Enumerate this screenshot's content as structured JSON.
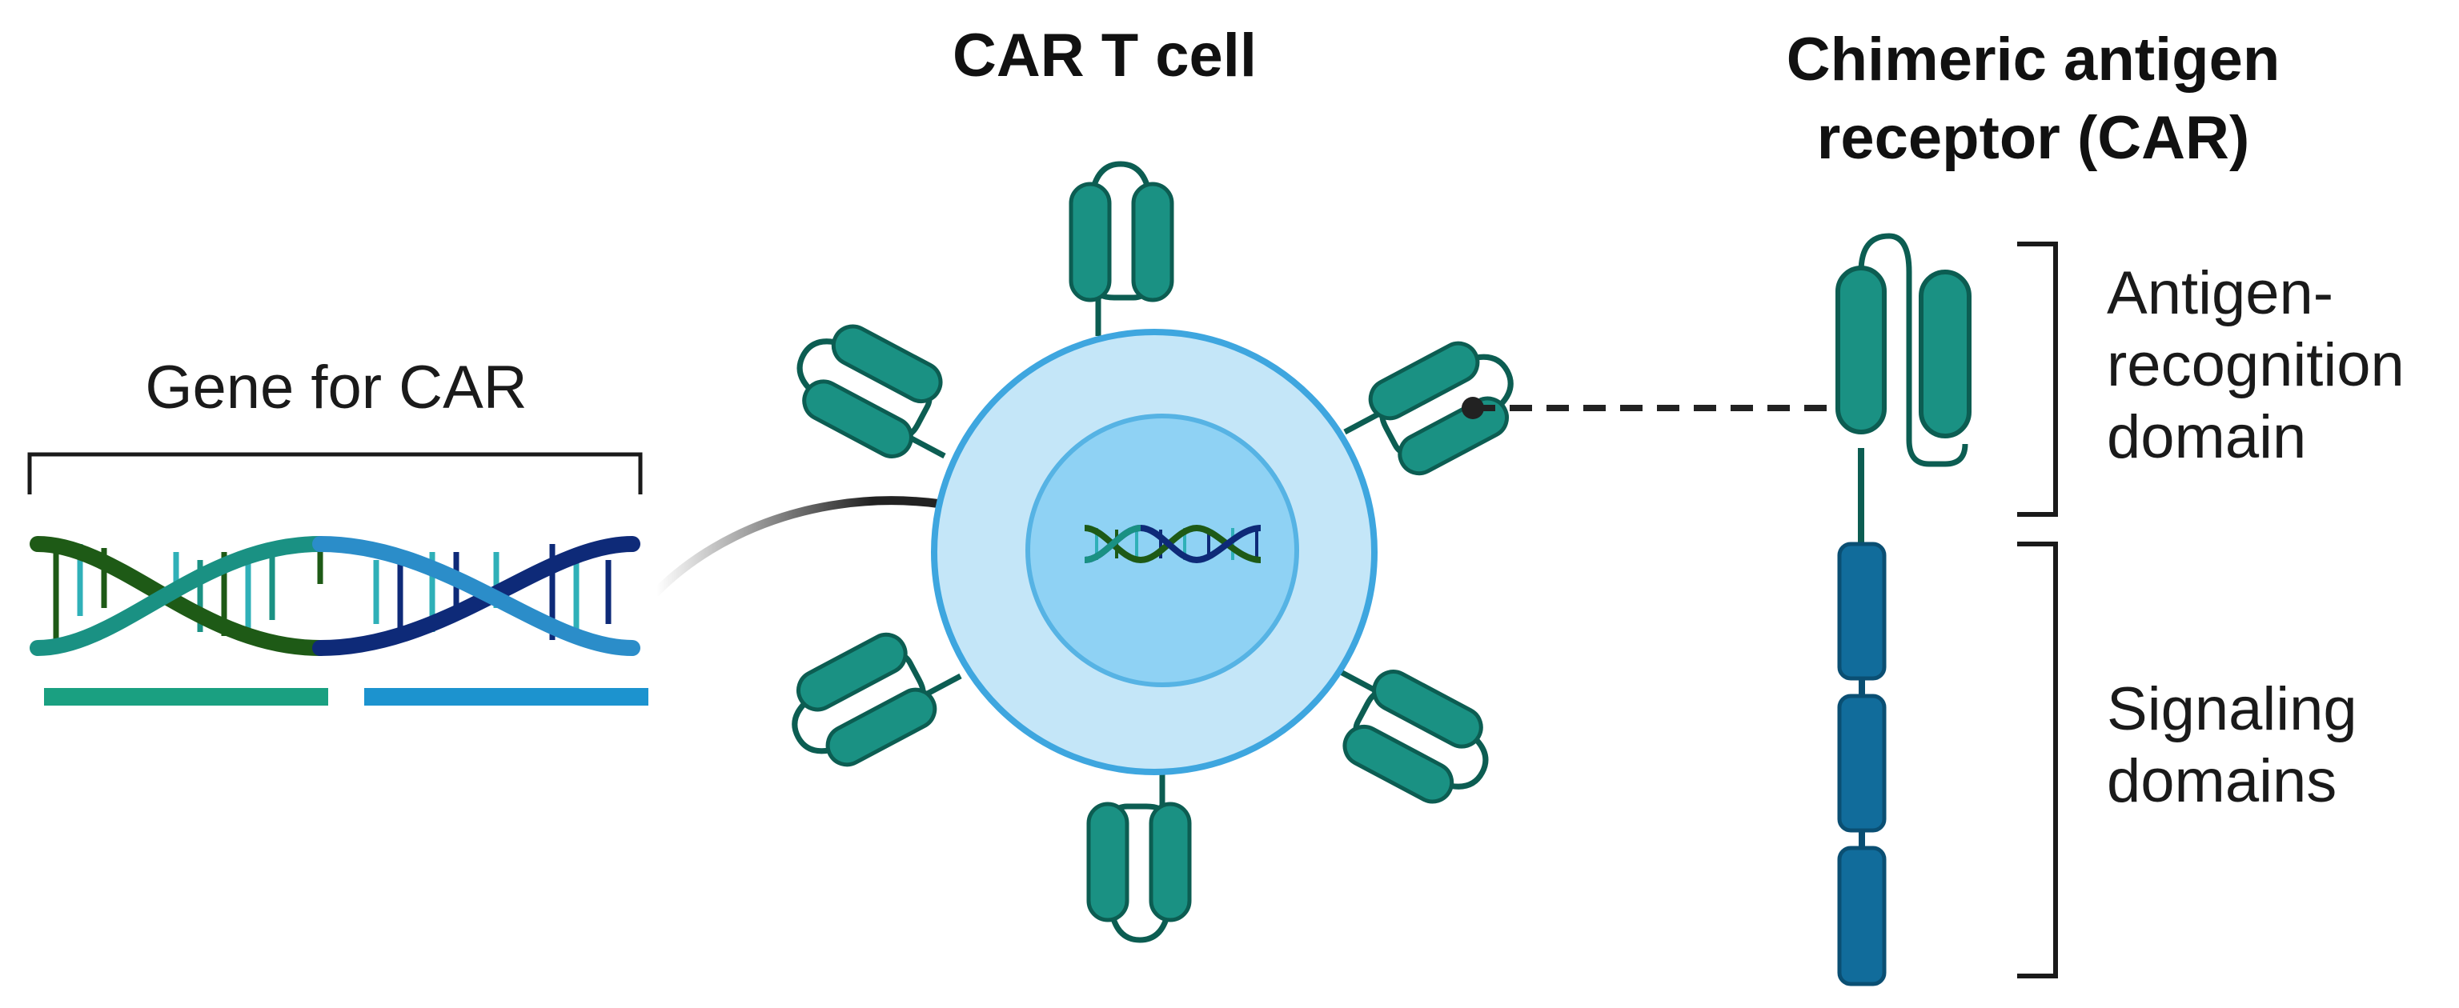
{
  "gene": {
    "label": "Gene for CAR"
  },
  "cell": {
    "title": "CAR T cell"
  },
  "car": {
    "title_line1": "Chimeric antigen",
    "title_line2": "receptor (CAR)"
  },
  "domains": {
    "antigen_line1": "Antigen-",
    "antigen_line2": "recognition",
    "antigen_line3": "domain",
    "signaling_line1": "Signaling",
    "signaling_line2": "domains"
  },
  "colors": {
    "teal": "#1a9183",
    "teal_outline": "#0c5d52",
    "navy": "#0e2a78",
    "dark_green": "#1e5a16",
    "signal_blue": "#116c9b",
    "cell_outer": "#c4e6f8",
    "cell_outer_stroke": "#3ea6df",
    "nucleus": "#8fd2f4",
    "nucleus_stroke": "#56b3e4",
    "bar_green": "#1aa081",
    "bar_blue": "#1c93cf"
  }
}
